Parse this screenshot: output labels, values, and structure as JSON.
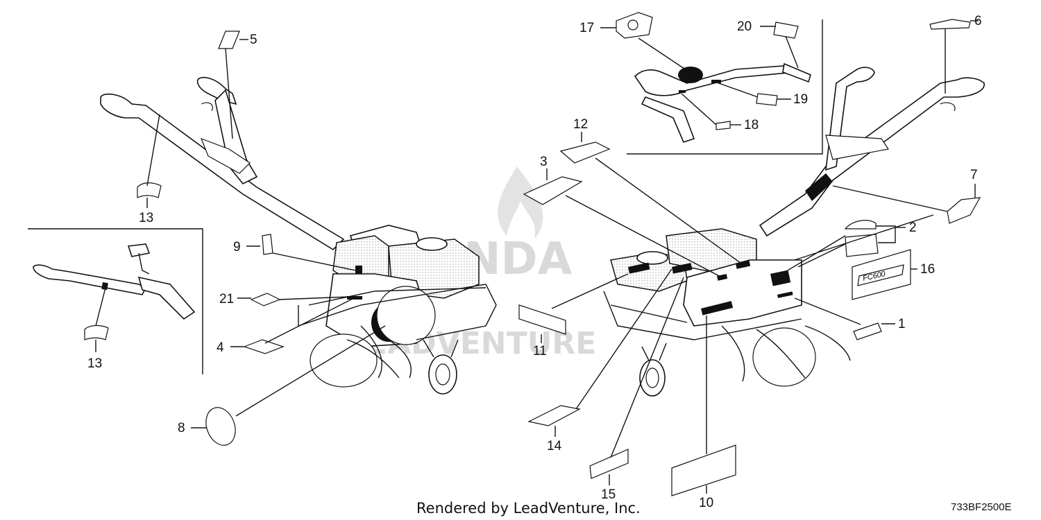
{
  "callouts": {
    "c1": "1",
    "c2": "2",
    "c3": "3",
    "c4": "4",
    "c5": "5",
    "c6": "6",
    "c7": "7",
    "c8": "8",
    "c9": "9",
    "c10": "10",
    "c11": "11",
    "c12": "12",
    "c13a": "13",
    "c13b": "13",
    "c14": "14",
    "c15": "15",
    "c16": "16",
    "c17": "17",
    "c18": "18",
    "c19": "19",
    "c20": "20",
    "c21": "21"
  },
  "footer": {
    "rendered_by": "Rendered by LeadVenture, Inc.",
    "diagram_code": "733BF2500E"
  },
  "watermark": {
    "brand": "HONDA",
    "sub": "LEADVENTURE"
  },
  "badge_label": "FC600",
  "colors": {
    "ink": "#111111",
    "watermark": "#d9d9d9",
    "background": "#ffffff"
  }
}
